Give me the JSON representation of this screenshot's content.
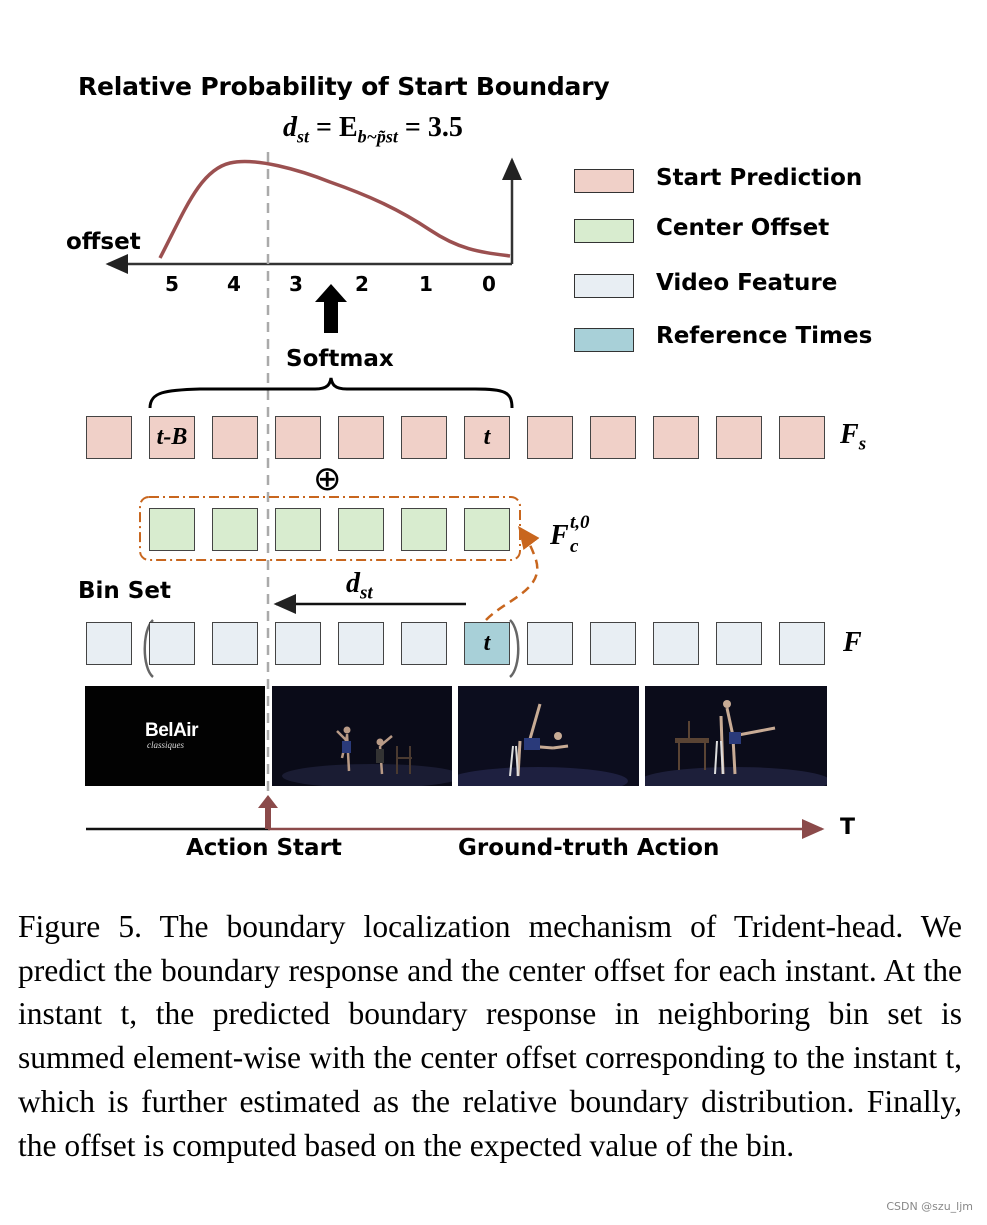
{
  "diagram": {
    "title": "Relative Probability of Start Boundary",
    "formula": {
      "lhs": "d",
      "lhs_sub": "st",
      "op": "= E",
      "e_sub": "b~p̃st",
      "rhs": "= 3.5"
    },
    "axis_label": "offset",
    "ticks": [
      "5",
      "4",
      "3",
      "2",
      "1",
      "0"
    ],
    "softmax_label": "Softmax",
    "oplus": "⊕",
    "bin_set_label": "Bin Set",
    "dst_label": "d",
    "dst_sub": "st",
    "row_labels": {
      "fs": "F",
      "fs_sub": "s",
      "fc": "F",
      "fc_sup": "t,0",
      "fc_sub": "c",
      "f": "F"
    },
    "box_labels": {
      "t_minus_b": "t-B",
      "t": "t"
    },
    "frame_logo": "BelAir",
    "frame_logo_sub": "classiques",
    "time_axis_label": "T",
    "action_start_label": "Action Start",
    "ground_truth_label": "Ground-truth Action",
    "colors": {
      "start_prediction": "#f0d0c8",
      "center_offset": "#d8eccf",
      "video_feature": "#e8eef3",
      "reference_times": "#a8d0d8",
      "curve": "#9b5050",
      "dashed_orange": "#c8661e",
      "gt_arrow": "#8b4a4a"
    }
  },
  "legend": [
    {
      "label": "Start Prediction",
      "swatch": "start"
    },
    {
      "label": "Center Offset",
      "swatch": "center"
    },
    {
      "label": "Video Feature",
      "swatch": "video"
    },
    {
      "label": "Reference Times",
      "swatch": "ref"
    }
  ],
  "caption": "Figure 5. The boundary localization mechanism of Trident-head. We predict the boundary response and the center offset for each instant. At the instant t, the predicted boundary response in neighboring bin set is summed element-wise with the center offset corresponding to the instant t, which is further estimated as the relative boundary distribution. Finally, the offset is computed based on the expected value of the bin.",
  "watermark": "CSDN @szu_ljm"
}
